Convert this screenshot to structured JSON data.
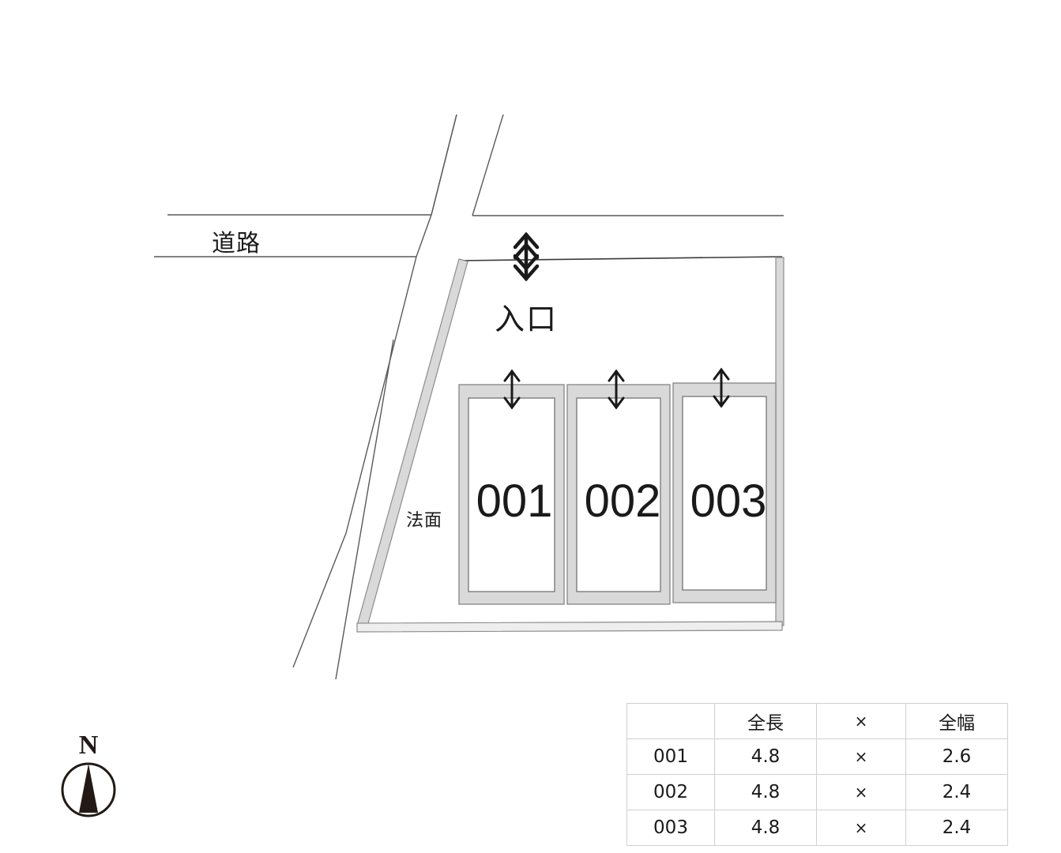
{
  "diagram": {
    "title": "parking-lot-site-plan",
    "labels": {
      "road": "道路",
      "entrance": "入口",
      "slope": "法面"
    },
    "stalls": [
      {
        "id": "001"
      },
      {
        "id": "002"
      },
      {
        "id": "003"
      }
    ],
    "compass": {
      "north_letter": "N"
    },
    "colors": {
      "stall_fill": "#d9d9d9",
      "stall_inner": "#ffffff",
      "outline": "#8c8c8c",
      "line": "#595959",
      "text": "#1a1a1a",
      "compass_needle": "#231a16"
    }
  },
  "spec_table": {
    "headers": [
      "",
      "全長",
      "×",
      "全幅"
    ],
    "rows": [
      {
        "id": "001",
        "length": "4.8",
        "sym": "×",
        "width": "2.6"
      },
      {
        "id": "002",
        "length": "4.8",
        "sym": "×",
        "width": "2.4"
      },
      {
        "id": "003",
        "length": "4.8",
        "sym": "×",
        "width": "2.4"
      }
    ]
  }
}
